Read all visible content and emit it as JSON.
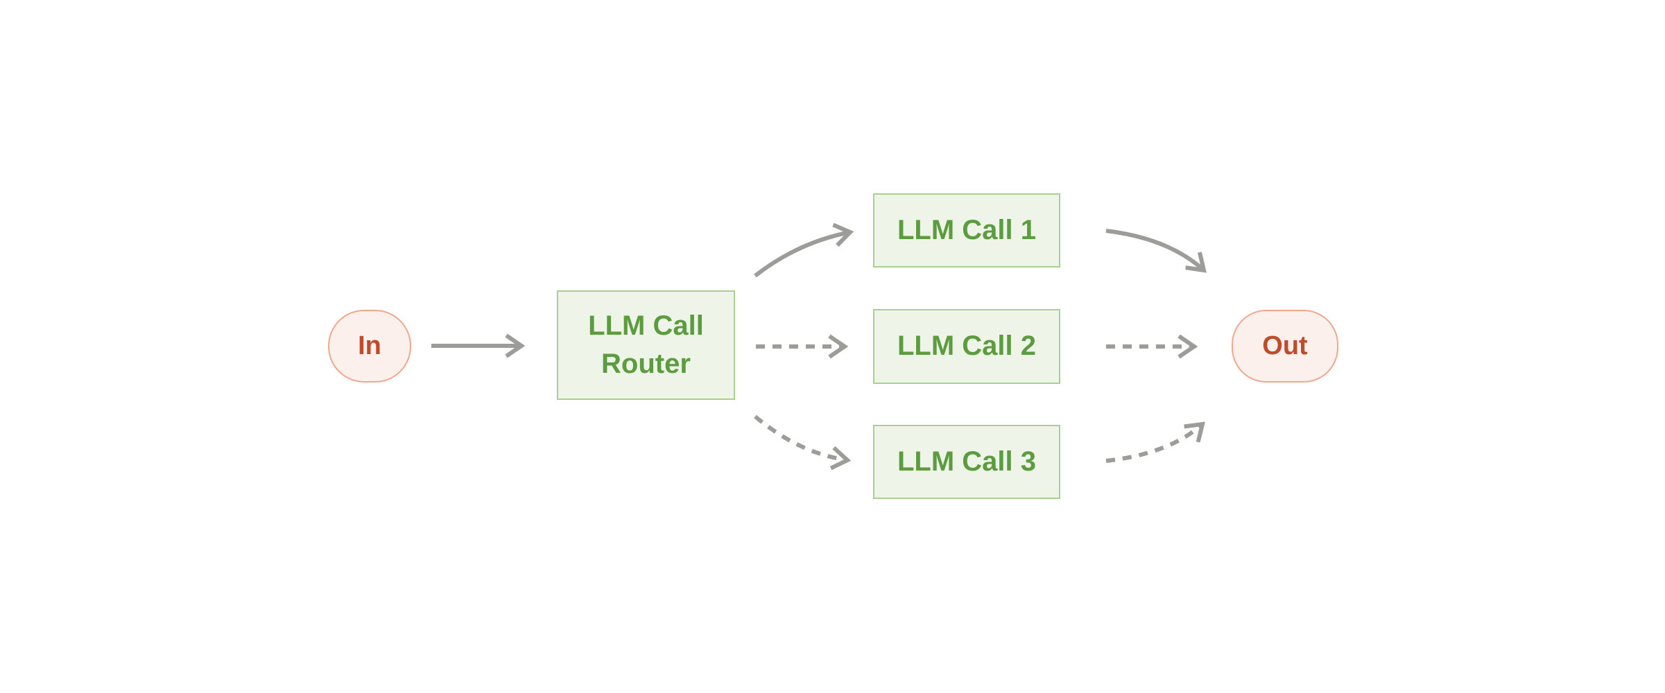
{
  "diagram": {
    "type": "flow-diagram",
    "title": "LLM call routing workflow",
    "nodes": {
      "input": {
        "label": "In",
        "kind": "endpoint"
      },
      "router": {
        "label": "LLM Call Router",
        "kind": "process"
      },
      "call1": {
        "label": "LLM Call 1",
        "kind": "process"
      },
      "call2": {
        "label": "LLM Call 2",
        "kind": "process"
      },
      "call3": {
        "label": "LLM Call 3",
        "kind": "process"
      },
      "output": {
        "label": "Out",
        "kind": "endpoint"
      }
    },
    "edges": [
      {
        "from": "input",
        "to": "router",
        "style": "solid"
      },
      {
        "from": "router",
        "to": "call1",
        "style": "solid"
      },
      {
        "from": "router",
        "to": "call2",
        "style": "dashed"
      },
      {
        "from": "router",
        "to": "call3",
        "style": "dashed"
      },
      {
        "from": "call1",
        "to": "output",
        "style": "solid"
      },
      {
        "from": "call2",
        "to": "output",
        "style": "dashed"
      },
      {
        "from": "call3",
        "to": "output",
        "style": "dashed"
      }
    ],
    "colors": {
      "endpoint_text": "#bf4b2b",
      "endpoint_fill": "#fcf0ec",
      "endpoint_border": "#f0a78c",
      "process_text": "#5a9c3e",
      "process_fill": "#eef5e8",
      "process_border": "#a9d08e",
      "arrow": "#9c9c98",
      "background": "#ffffff"
    }
  }
}
